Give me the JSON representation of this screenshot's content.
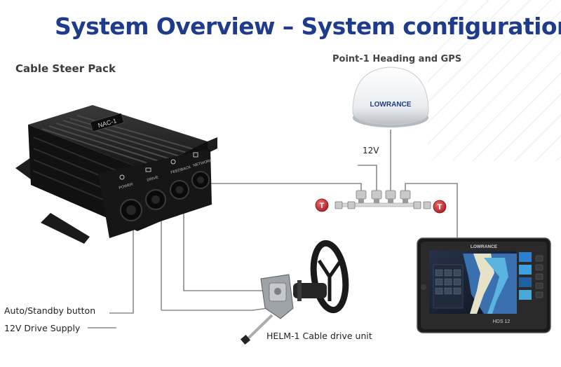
{
  "header": {
    "title": "System Overview – System configuration"
  },
  "labels": {
    "cable_steer_pack": "Cable Steer Pack",
    "gps": "Point-1 Heading and GPS",
    "power_12v": "12V",
    "auto_standby": "Auto/Standby button",
    "drive_supply": "12V Drive Supply",
    "helm": "HELM-1 Cable drive unit"
  },
  "nac": {
    "badge": "NAC-1",
    "ports": [
      "POWER",
      "DRIVE",
      "FEEDBACK",
      "NETWORK"
    ]
  },
  "gps_brand": "LOWRANCE",
  "display": {
    "brand": "LOWRANCE",
    "model": "HDS 12"
  },
  "terminator_letter": "T",
  "colors": {
    "title": "#1f3c8c",
    "cable": "#8a8a8a",
    "terminator": "#c8262b",
    "device_body": "#1b1b1b"
  }
}
